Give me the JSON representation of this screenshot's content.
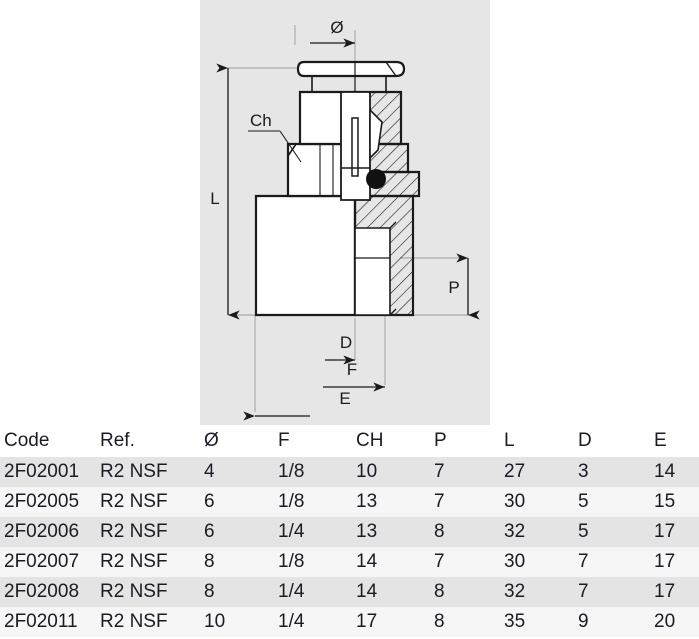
{
  "drawing": {
    "title": "push-in-fitting-cross-section",
    "dimension_labels": {
      "diameter": "Ø",
      "chamfer": "Ch",
      "length": "L",
      "thread_depth": "P",
      "d": "D",
      "f": "F",
      "e": "E"
    },
    "panel_color": "#e6e6e6",
    "line_color": "#1a1a1a"
  },
  "table": {
    "columns": [
      {
        "key": "code",
        "label": "Code"
      },
      {
        "key": "ref",
        "label": "Ref."
      },
      {
        "key": "dia",
        "label": "Ø"
      },
      {
        "key": "f",
        "label": "F"
      },
      {
        "key": "ch",
        "label": "CH"
      },
      {
        "key": "p",
        "label": "P"
      },
      {
        "key": "l",
        "label": "L"
      },
      {
        "key": "d",
        "label": "D"
      },
      {
        "key": "e",
        "label": "E"
      }
    ],
    "rows": [
      {
        "code": "2F02001",
        "ref": "R2 NSF",
        "dia": "4",
        "f": "1/8",
        "ch": "10",
        "p": "7",
        "l": "27",
        "d": "3",
        "e": "14"
      },
      {
        "code": "2F02005",
        "ref": "R2 NSF",
        "dia": "6",
        "f": "1/8",
        "ch": "13",
        "p": "7",
        "l": "30",
        "d": "5",
        "e": "15"
      },
      {
        "code": "2F02006",
        "ref": "R2 NSF",
        "dia": "6",
        "f": "1/4",
        "ch": "13",
        "p": "8",
        "l": "32",
        "d": "5",
        "e": "17"
      },
      {
        "code": "2F02007",
        "ref": "R2 NSF",
        "dia": "8",
        "f": "1/8",
        "ch": "14",
        "p": "7",
        "l": "30",
        "d": "7",
        "e": "17"
      },
      {
        "code": "2F02008",
        "ref": "R2 NSF",
        "dia": "8",
        "f": "1/4",
        "ch": "14",
        "p": "8",
        "l": "32",
        "d": "7",
        "e": "17"
      },
      {
        "code": "2F02011",
        "ref": "R2 NSF",
        "dia": "10",
        "f": "1/4",
        "ch": "17",
        "p": "8",
        "l": "35",
        "d": "9",
        "e": "20"
      }
    ]
  }
}
